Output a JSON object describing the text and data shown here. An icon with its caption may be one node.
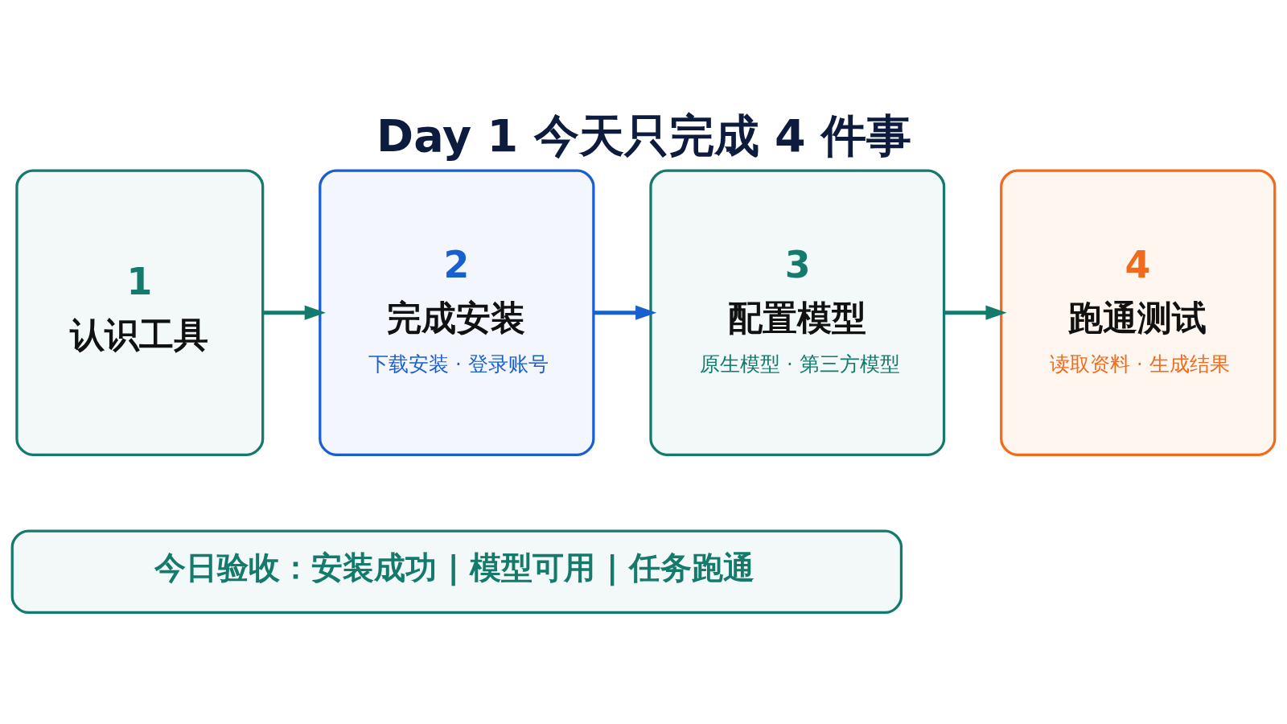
{
  "diagram": {
    "title": "Day 1 今天只完成 4 件事",
    "nodes": [
      {
        "text": [
          "1",
          "认识工具"
        ]
      },
      {
        "text": [
          "2",
          "完成安装",
          "下载安装 · 登录账号"
        ]
      },
      {
        "text": [
          "3",
          "配置模型",
          "原生模型 · 第三方模型"
        ]
      },
      {
        "text": [
          "4",
          "跑通测试",
          "读取资料 · 生成结果"
        ]
      },
      {
        "text": [
          "今日验收：安装成功 | 模型可用 | 任务跑通"
        ]
      }
    ],
    "edges": [
      {
        "from": 0,
        "to": 1,
        "arrow": "to"
      },
      {
        "from": 1,
        "to": 2,
        "arrow": "to",
        "color": "#1a5fd0"
      },
      {
        "from": 2,
        "to": 3,
        "arrow": "to"
      }
    ]
  }
}
